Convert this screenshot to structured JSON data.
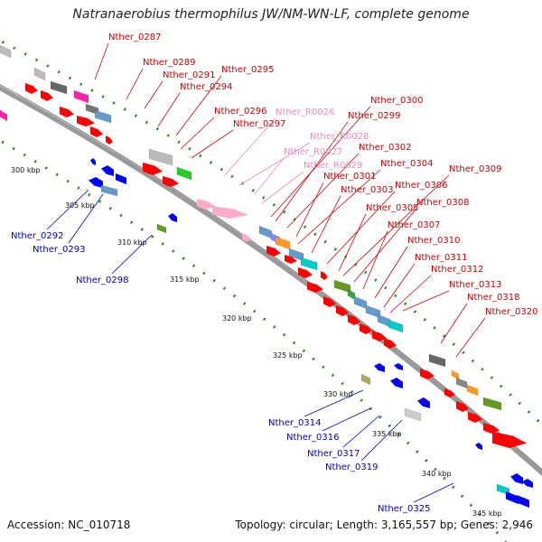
{
  "title": "Natranaerobius thermophilus JW/NM-WN-LF, complete genome",
  "accession": "Accession: NC_010718",
  "summary": "Topology: circular; Length: 3,165,557 bp; Genes: 2,946",
  "colors": {
    "forward_label": "#cc0000",
    "rna_label": "#ee88bb",
    "reverse_label": "#0000bb",
    "backbone": "#999999",
    "tick": "#228822"
  },
  "kbp_ticks": [
    "300 kbp",
    "305 kbp",
    "310 kbp",
    "315 kbp",
    "320 kbp",
    "325 kbp",
    "330 kbp",
    "335 kbp",
    "340 kbp",
    "345 kbp"
  ],
  "forward_labels": [
    "Nther_0287",
    "Nther_0289",
    "Nther_0291",
    "Nther_0294",
    "Nther_0295",
    "Nther_0296",
    "Nther_0297",
    "Nther_0300",
    "Nther_0299",
    "Nther_0302",
    "Nther_0301",
    "Nther_0304",
    "Nther_0303",
    "Nther_0306",
    "Nther_0309",
    "Nther_0305",
    "Nther_0308",
    "Nther_0307",
    "Nther_0310",
    "Nther_0311",
    "Nther_0312",
    "Nther_0313",
    "Nther_0318",
    "Nther_0320"
  ],
  "rna_labels": [
    "Nther_R0026",
    "Nther_R0028",
    "Nther_R0027",
    "Nther_R0029"
  ],
  "reverse_labels": [
    "Nther_0292",
    "Nther_0293",
    "Nther_0298",
    "Nther_0314",
    "Nther_0316",
    "Nther_0317",
    "Nther_0319",
    "Nther_0325"
  ]
}
